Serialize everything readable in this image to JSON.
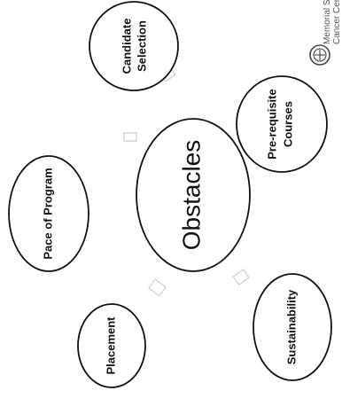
{
  "diagram": {
    "center": {
      "label": "Obstacles"
    },
    "nodes": [
      {
        "id": "candidate-selection",
        "lines": [
          "Candidate",
          "Selection"
        ]
      },
      {
        "id": "prerequisite-courses",
        "lines": [
          "Pre-requisite",
          "Courses"
        ]
      },
      {
        "id": "pace-of-program",
        "lines": [
          "Pace of Program"
        ]
      },
      {
        "id": "sustainability",
        "lines": [
          "Sustainability"
        ]
      },
      {
        "id": "placement",
        "lines": [
          "Placement"
        ]
      }
    ]
  },
  "logo": {
    "line1": "Memorial Sl",
    "line2": "Cancer Cent"
  },
  "colors": {
    "stroke": "#111111",
    "text": "#111111",
    "arrow": "#cfcfcf"
  }
}
